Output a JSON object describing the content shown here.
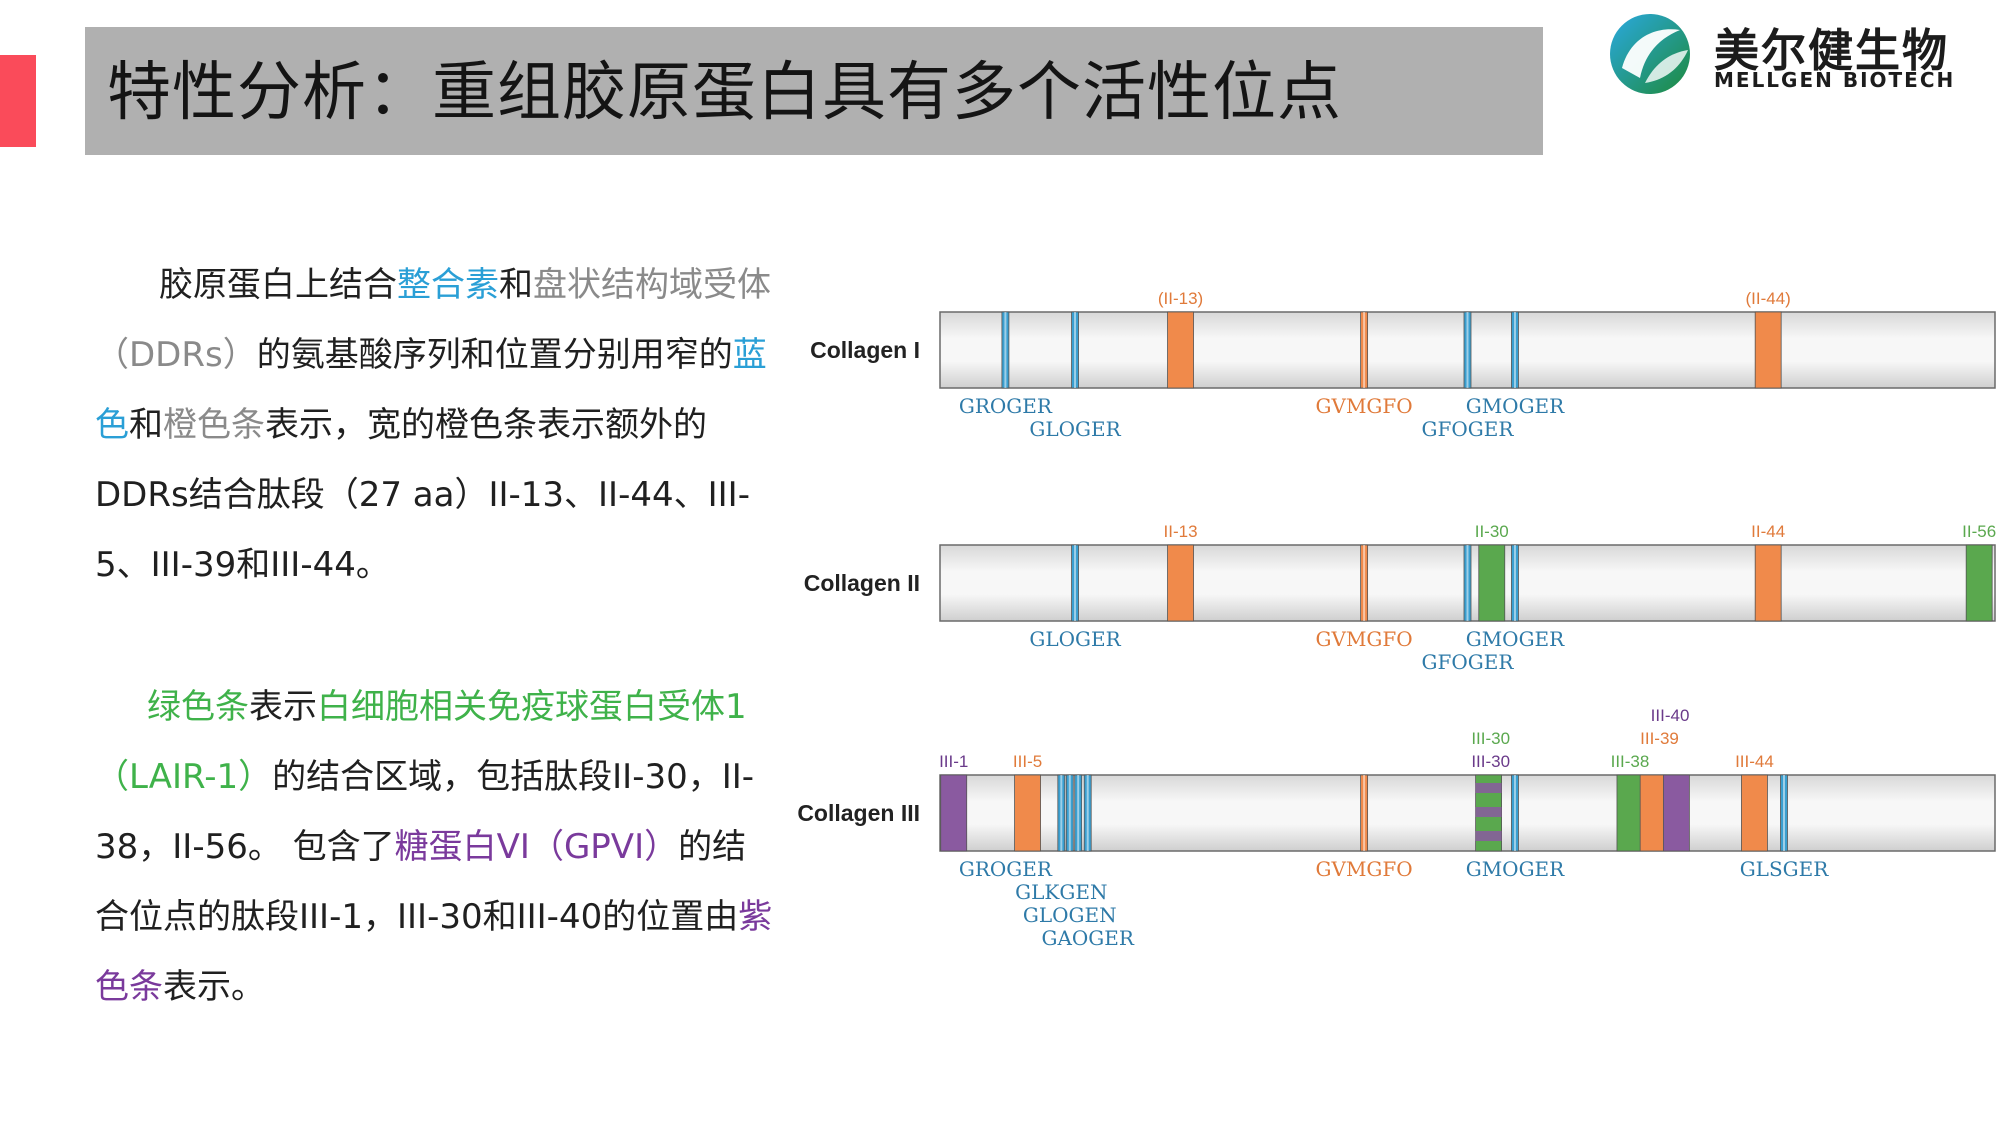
{
  "title": "特性分析：重组胶原蛋白具有多个活性位点",
  "logo": {
    "cn": "美尔健生物",
    "en": "MELLGEN BIOTECH"
  },
  "paragraph1": {
    "p1": "胶原蛋白上结合",
    "p2": "整合素",
    "p3": "和",
    "p4": "盘状结构域受体（DDRs）",
    "p5": "的氨基酸序列和位置分别用窄的",
    "p6": "蓝色",
    "p7": "和",
    "p8": "橙色条",
    "p9": "表示，宽的橙色条表示额外的DDRs结合肽段（27 aa）II-13、II-44、III-5、III-39和III-44。"
  },
  "paragraph2": {
    "p1": "绿色条",
    "p2": "表示",
    "p3": "白细胞相关免疫球蛋白受体1（LAIR-1）",
    "p4": "的结合区域，包括肽段II-30，II-38，II-56。 包含了",
    "p5": "糖蛋白VI（GPVI）",
    "p6": "的结合位点的肽段III-1，III-30和III-40的位置由",
    "p7": "紫色条",
    "p8": "表示。"
  },
  "colors": {
    "blue": "#3a9fd0",
    "orange": "#f08a4b",
    "green": "#5aa84e",
    "purple": "#8a5aa0",
    "blue_text": "#2e7aa8",
    "orange_text": "#e07a3a",
    "purple_text": "#6a3a8a"
  },
  "tracks": [
    {
      "name": "Collagen I",
      "marks": [
        {
          "type": "narrow",
          "color": "blue",
          "pos": 0.062
        },
        {
          "type": "narrow",
          "color": "blue",
          "pos": 0.128
        },
        {
          "type": "wide",
          "color": "orange",
          "pos": 0.228
        },
        {
          "type": "narrow",
          "color": "orange",
          "pos": 0.402
        },
        {
          "type": "narrow",
          "color": "blue",
          "pos": 0.5
        },
        {
          "type": "narrow",
          "color": "blue",
          "pos": 0.545
        },
        {
          "type": "wide",
          "color": "orange",
          "pos": 0.785
        }
      ],
      "top_labels": [
        {
          "text": "(II-13)",
          "color": "orange",
          "pos": 0.228
        },
        {
          "text": "(II-44)",
          "color": "orange",
          "pos": 0.785
        }
      ],
      "bottom_labels": [
        {
          "text": "GROGER",
          "color": "blue",
          "pos": 0.062,
          "row": 0
        },
        {
          "text": "GLOGER",
          "color": "blue",
          "pos": 0.128,
          "row": 1
        },
        {
          "text": "GVMGFO",
          "color": "orange",
          "pos": 0.402,
          "row": 0
        },
        {
          "text": "GMOGER",
          "color": "blue",
          "pos": 0.545,
          "row": 0
        },
        {
          "text": "GFOGER",
          "color": "blue",
          "pos": 0.5,
          "row": 1
        }
      ]
    },
    {
      "name": "Collagen II",
      "marks": [
        {
          "type": "narrow",
          "color": "blue",
          "pos": 0.128
        },
        {
          "type": "wide",
          "color": "orange",
          "pos": 0.228
        },
        {
          "type": "narrow",
          "color": "orange",
          "pos": 0.402
        },
        {
          "type": "narrow",
          "color": "blue",
          "pos": 0.5
        },
        {
          "type": "wide",
          "color": "green",
          "pos": 0.523
        },
        {
          "type": "narrow",
          "color": "blue",
          "pos": 0.545
        },
        {
          "type": "wide",
          "color": "orange",
          "pos": 0.785
        },
        {
          "type": "wide",
          "color": "green",
          "pos": 0.985
        }
      ],
      "top_labels": [
        {
          "text": "II-13",
          "color": "orange",
          "pos": 0.228
        },
        {
          "text": "II-30",
          "color": "green",
          "pos": 0.523
        },
        {
          "text": "II-44",
          "color": "orange",
          "pos": 0.785
        },
        {
          "text": "II-56",
          "color": "green",
          "pos": 0.985
        }
      ],
      "bottom_labels": [
        {
          "text": "GLOGER",
          "color": "blue",
          "pos": 0.128,
          "row": 0
        },
        {
          "text": "GVMGFO",
          "color": "orange",
          "pos": 0.402,
          "row": 0
        },
        {
          "text": "GMOGER",
          "color": "blue",
          "pos": 0.545,
          "row": 0
        },
        {
          "text": "GFOGER",
          "color": "blue",
          "pos": 0.5,
          "row": 1
        }
      ]
    },
    {
      "name": "Collagen III",
      "marks": [
        {
          "type": "wide",
          "color": "purple",
          "pos": 0.013
        },
        {
          "type": "wide",
          "color": "orange",
          "pos": 0.083
        },
        {
          "type": "narrow",
          "color": "blue",
          "pos": 0.115
        },
        {
          "type": "narrow",
          "color": "blue",
          "pos": 0.123
        },
        {
          "type": "narrow",
          "color": "blue",
          "pos": 0.131
        },
        {
          "type": "narrow",
          "color": "blue",
          "pos": 0.14
        },
        {
          "type": "narrow",
          "color": "orange",
          "pos": 0.402
        },
        {
          "type": "wide",
          "color": "green",
          "pos": 0.52
        },
        {
          "type": "wide",
          "color": "purple",
          "pos": 0.52,
          "overlay": true
        },
        {
          "type": "narrow",
          "color": "blue",
          "pos": 0.545
        },
        {
          "type": "wide",
          "color": "green",
          "pos": 0.654
        },
        {
          "type": "wide",
          "color": "orange",
          "pos": 0.676
        },
        {
          "type": "wide",
          "color": "purple",
          "pos": 0.698
        },
        {
          "type": "wide",
          "color": "orange",
          "pos": 0.772
        },
        {
          "type": "narrow",
          "color": "blue",
          "pos": 0.8
        }
      ],
      "top_labels": [
        {
          "text": "III-1",
          "color": "purple",
          "pos": 0.013,
          "row": 0
        },
        {
          "text": "III-5",
          "color": "orange",
          "pos": 0.083,
          "row": 0
        },
        {
          "text": "III-30",
          "color": "green",
          "pos": 0.522,
          "row": 1
        },
        {
          "text": "III-30",
          "color": "purple",
          "pos": 0.522,
          "row": 0
        },
        {
          "text": "III-40",
          "color": "purple",
          "pos": 0.692,
          "row": 2
        },
        {
          "text": "III-39",
          "color": "orange",
          "pos": 0.682,
          "row": 1
        },
        {
          "text": "III-38",
          "color": "green",
          "pos": 0.654,
          "row": 0
        },
        {
          "text": "III-44",
          "color": "orange",
          "pos": 0.772,
          "row": 0
        }
      ],
      "bottom_labels": [
        {
          "text": "GROGER",
          "color": "blue",
          "pos": 0.062,
          "row": 0
        },
        {
          "text": "GLKGEN",
          "color": "blue",
          "pos": 0.115,
          "row": 1
        },
        {
          "text": "GLOGEN",
          "color": "blue",
          "pos": 0.123,
          "row": 2
        },
        {
          "text": "GAOGER",
          "color": "blue",
          "pos": 0.14,
          "row": 3
        },
        {
          "text": "GVMGFO",
          "color": "orange",
          "pos": 0.402,
          "row": 0
        },
        {
          "text": "GMOGER",
          "color": "blue",
          "pos": 0.545,
          "row": 0
        },
        {
          "text": "GLSGER",
          "color": "blue",
          "pos": 0.8,
          "row": 0
        }
      ]
    }
  ]
}
